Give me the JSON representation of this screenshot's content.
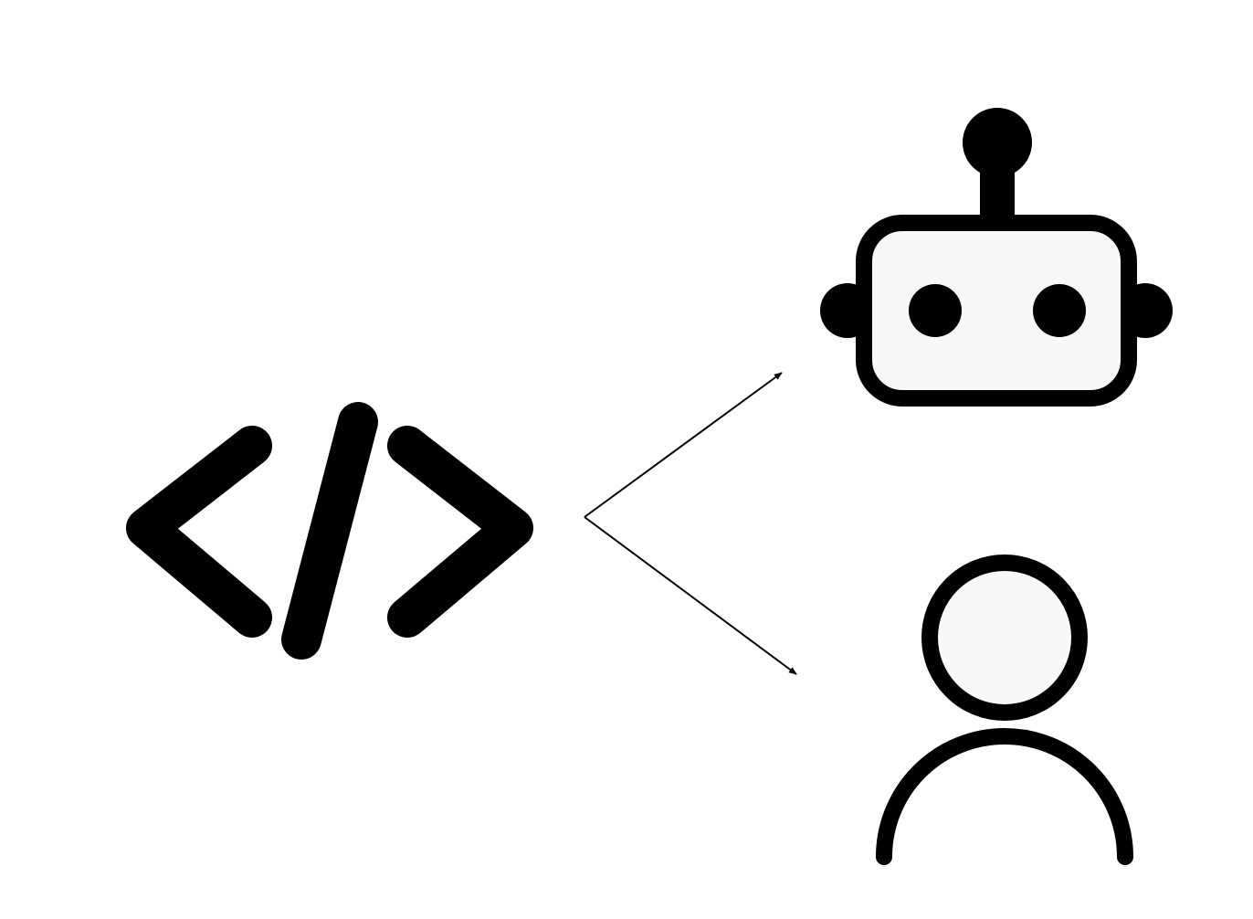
{
  "diagram": {
    "nodes": [
      {
        "id": "code",
        "icon": "code-icon"
      },
      {
        "id": "robot",
        "icon": "robot-icon"
      },
      {
        "id": "user",
        "icon": "user-icon"
      }
    ],
    "edges": [
      {
        "from": "code",
        "to": "robot",
        "style": "arrow"
      },
      {
        "from": "code",
        "to": "user",
        "style": "arrow"
      }
    ]
  },
  "colors": {
    "stroke": "#000000",
    "icon_fill": "#f8f8f8",
    "background": "#ffffff"
  }
}
